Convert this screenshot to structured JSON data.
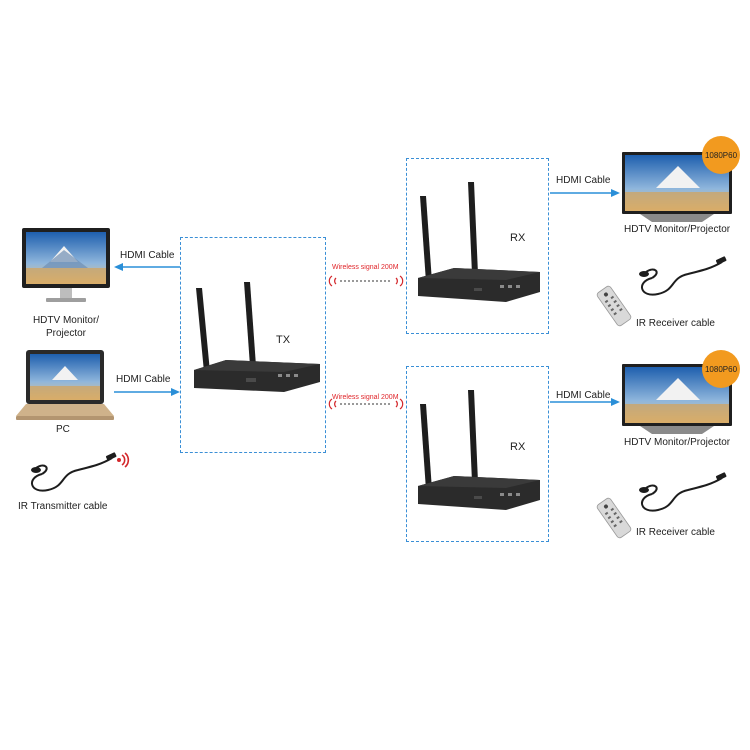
{
  "left": {
    "monitor_label_line1": "HDTV Monitor/",
    "monitor_label_line2": "Projector",
    "monitor_cable": "HDMI Cable",
    "pc_label": "PC",
    "pc_cable": "HDMI Cable",
    "ir_tx_label": "IR Transmitter cable"
  },
  "tx": {
    "label": "TX"
  },
  "wireless": {
    "top": "Wireless signal 200M",
    "bottom": "Wireless signal 200M"
  },
  "rx_top": {
    "label": "RX",
    "cable": "HDMI Cable",
    "monitor_label": "HDTV Monitor/Projector",
    "badge": "1080P60",
    "ir_label": "IR Receiver cable"
  },
  "rx_bottom": {
    "label": "RX",
    "cable": "HDMI Cable",
    "monitor_label": "HDTV Monitor/Projector",
    "badge": "1080P60",
    "ir_label": "IR Receiver cable"
  },
  "colors": {
    "dash_border": "#3a8fd6",
    "arrow": "#2a8fd8",
    "wireless_text": "#e0262b",
    "badge": "#f29a1f",
    "device": "#2b2b2b"
  },
  "icons": [
    "monitor-icon",
    "laptop-icon",
    "router-icon",
    "antenna-icon",
    "cable-icon",
    "remote-icon",
    "wifi-signal-icon"
  ]
}
